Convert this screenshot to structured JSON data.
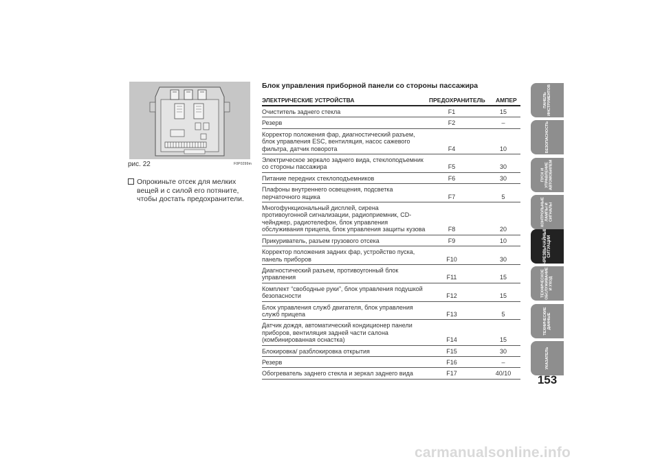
{
  "figure": {
    "caption": "рис. 22",
    "code": "F0P0299m"
  },
  "note": {
    "text": "Опрокиньте отсек для мелких вещей и с силой его потяните, чтобы достать предохранители."
  },
  "table": {
    "title": "Блок управления приборной панели со стороны пассажира",
    "headers": {
      "device": "ЭЛЕКТРИЧЕСКИЕ УСТРОЙСТВА",
      "fuse": "ПРЕДОХРАНИТЕЛЬ",
      "amp": "АМПЕР"
    },
    "rows": [
      {
        "device": "Очиститель заднего стекла",
        "fuse": "F1",
        "amp": "15"
      },
      {
        "device": "Резерв",
        "fuse": "F2",
        "amp": "–"
      },
      {
        "device": "Корректор положения фар, диагностический разъем, блок управления ESC, вентиляция, насос сажевого фильтра, датчик поворота",
        "fuse": "F4",
        "amp": "10"
      },
      {
        "device": "Электрическое зеркало заднего вида, стеклоподъемник со стороны пассажира",
        "fuse": "F5",
        "amp": "30"
      },
      {
        "device": "Питание передних стеклоподъемников",
        "fuse": "F6",
        "amp": "30"
      },
      {
        "device": "Плафоны внутреннего освещения, подсветка перчаточного ящика",
        "fuse": "F7",
        "amp": "5"
      },
      {
        "device": "Многофункциональный дисплей, сирена противоугонной сигнализации, радиоприемник, CD-чейнджер, радиотелефон, блок управления обслуживания прицепа, блок управления защиты кузова",
        "fuse": "F8",
        "amp": "20"
      },
      {
        "device": "Прикуриватель, разъем грузового отсека",
        "fuse": "F9",
        "amp": "10"
      },
      {
        "device": "Корректор положения задних фар, устройство пуска, панель приборов",
        "fuse": "F10",
        "amp": "30"
      },
      {
        "device": "Диагностический разъем, противоугонный блок управления",
        "fuse": "F11",
        "amp": "15"
      },
      {
        "device": "Комплект “свободные руки”, блок управления подушкой безопасности",
        "fuse": "F12",
        "amp": "15"
      },
      {
        "device": "Блок управления служб двигателя, блок управления служб прицепа",
        "fuse": "F13",
        "amp": "5"
      },
      {
        "device": "Датчик дождя, автоматический кондиционер панели приборов, вентиляция задней части салона (комбинированная оснастка)",
        "fuse": "F14",
        "amp": "15"
      },
      {
        "device": "Блокировка/ разблокировка открытия",
        "fuse": "F15",
        "amp": "30"
      },
      {
        "device": "Резерв",
        "fuse": "F16",
        "amp": "–"
      },
      {
        "device": "Обогреватель заднего стекла и зеркал заднего вида",
        "fuse": "F17",
        "amp": "40/10"
      }
    ]
  },
  "tabs": [
    {
      "label": "ПАНЕЛЬ ИНСТРУМЕНТОВ",
      "active": false
    },
    {
      "label": "БЕЗОПАСНОСТЬ",
      "active": false
    },
    {
      "label": "ПУСК И УПРАВЛЕНИЕ АВТОМОБИЛЕМ",
      "active": false
    },
    {
      "label": "КОНТРОЛЬНЫЕ ЛАМПЫ И СИГНАЛЫ",
      "active": false
    },
    {
      "label": "ЧРЕЗВЫЧАЙНЫЕ СИТУАЦИИ",
      "active": true
    },
    {
      "label": "ТЕХНИЧЕСКОЕ ОБСЛУЖИВАНИЕ И УХОД",
      "active": false
    },
    {
      "label": "ТЕХНИЧЕСКИЕ ДАННЫЕ",
      "active": false
    },
    {
      "label": "УКАЗАТЕЛЬ",
      "active": false
    }
  ],
  "page_number": "153",
  "watermark": "carmanualsonline.info"
}
